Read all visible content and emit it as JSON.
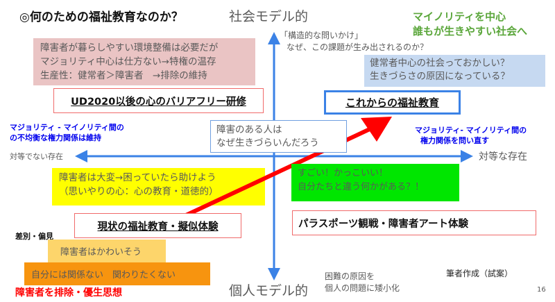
{
  "title": "◎何のための福祉教育なのか？",
  "axes": {
    "top": "社会モデル的",
    "bottom": "個人モデル的",
    "left": "対等でない存在",
    "right": "対等な存在"
  },
  "top_note": {
    "line1": "「構造的な問いかけ」",
    "line2": "なぜ、この課題が生み出されるのか？"
  },
  "goal": {
    "line1": "マイノリティを中心",
    "line2": "誰もが生きやすい社会へ"
  },
  "pink_box": {
    "line1": "障害者が暮らしやすい環境整備は必要だが",
    "line2": "マジョリティ中心は仕方ない→特権の温存",
    "line3": "生産性：健常者＞障害者　→排除の維持"
  },
  "ud_box": "UD2020以後の心のバリアフリー研修",
  "left_blue": {
    "line1": "マジョリティ - マイノリティ間の",
    "line2": "の不均衡な権力関係は維持"
  },
  "right_blue": {
    "line1": "マジョリティ- マイノリティ間の",
    "line2": "権力関係を問い直す"
  },
  "center_box": {
    "line1": "障害のある人は",
    "line2": "なぜ生きづらいんだろう"
  },
  "lightblue_box": {
    "line1": "健常者中心の社会っておかしい？",
    "line2": "生きづらさの原因になっている？"
  },
  "future_box": "これからの福祉教育",
  "yellow_box": {
    "line1": "障害者は大変→困っていたら助けよう",
    "line2": "（思いやりの心：心の教育・道徳的）"
  },
  "green_box": {
    "line1": "すごい！かっこいい！",
    "line2": "自分たちと違う何かがある？！"
  },
  "para_box": "パラスポーツ観戦・障害者アート体験",
  "current_box": "現状の福祉教育・擬似体験",
  "prejudice_label": "差別・偏見",
  "pity_box": "障害者はかわいそう",
  "indifferent_box": "自分には関係ない　関わりたくない",
  "eugenics_label": "障害者を排除・優生思想",
  "bottom_note": {
    "line1": "困難の原因を",
    "line2": "個人の問題に矮小化"
  },
  "author_note": "筆者作成（試案）",
  "page_number": "16",
  "colors": {
    "axis": "#3b82e6",
    "arrow": "#ff0000",
    "green_text": "#5aa63a"
  }
}
